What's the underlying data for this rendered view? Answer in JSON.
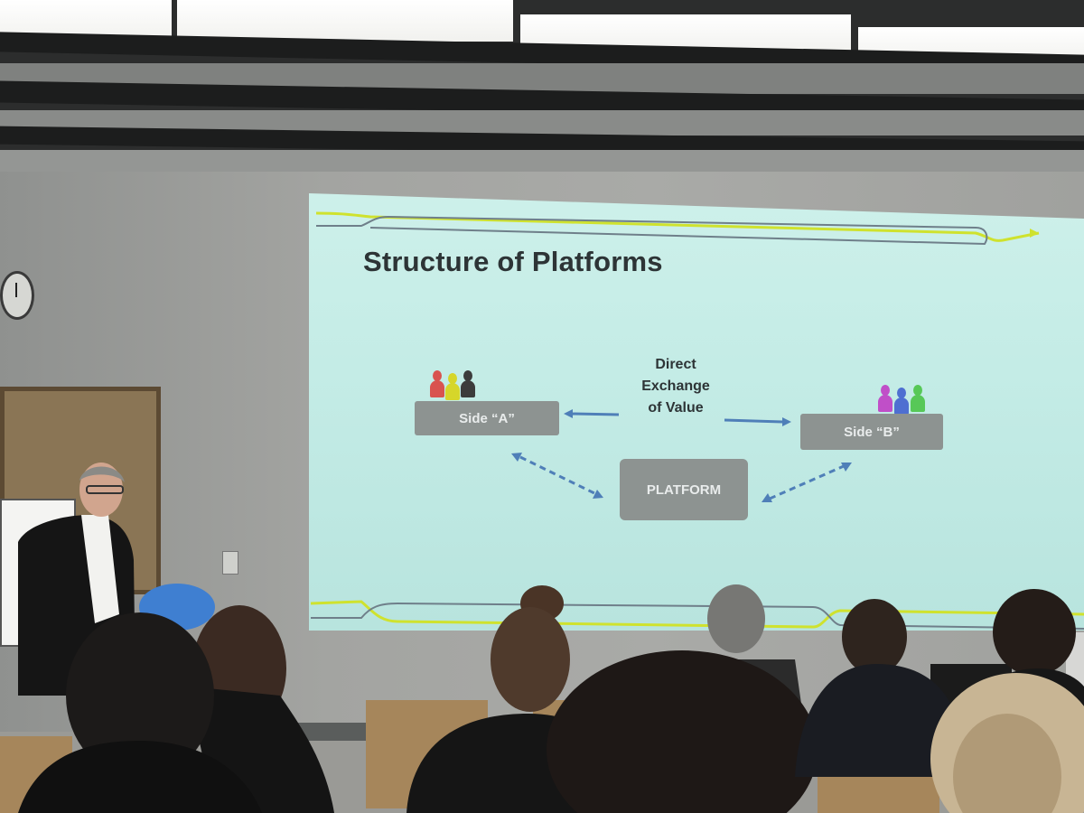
{
  "slide": {
    "title": "Structure of Platforms",
    "side_a": "Side “A”",
    "side_b": "Side “B”",
    "platform": "PLATFORM",
    "exchange_lines": [
      "Direct",
      "Exchange",
      "of Value"
    ]
  },
  "colors": {
    "slide_background": "#c4ece6",
    "box_fill": "#8d9391",
    "arrow_blue": "#4f7fb8",
    "deco_yellow_green": "#cfe22e",
    "deco_gray": "#6f7f8a",
    "side_a_people": [
      "#d9534f",
      "#d6d62a",
      "#3c3c3c"
    ],
    "side_b_people": [
      "#c04fc8",
      "#4e6fd1",
      "#57c857"
    ]
  },
  "icons": {
    "side_a": "people-group-icon",
    "side_b": "people-group-icon",
    "wall": "clock-icon"
  }
}
